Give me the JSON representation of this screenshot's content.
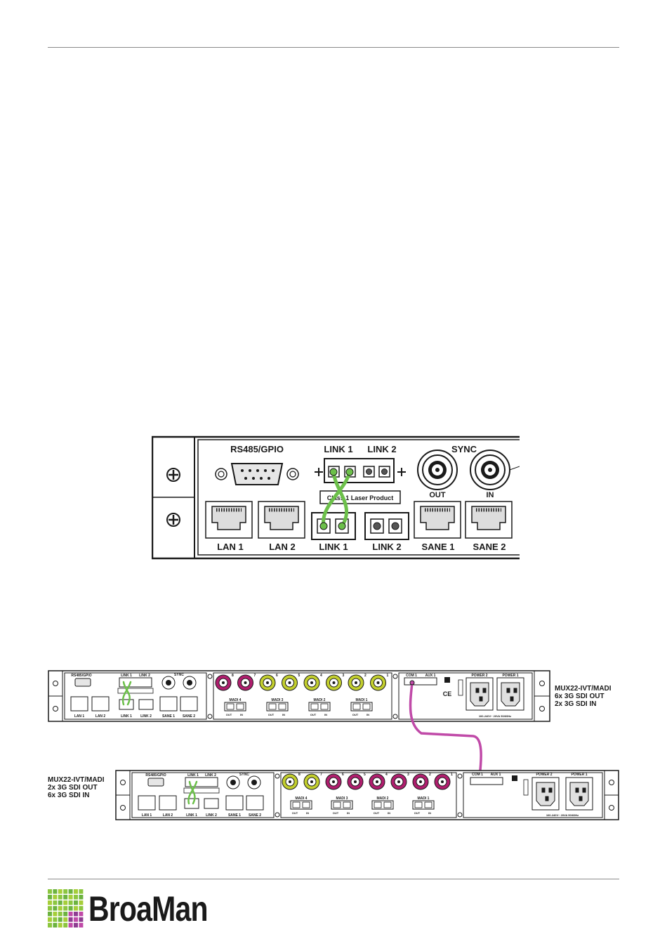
{
  "detail_panel": {
    "rs485": "RS485/GPIO",
    "link1_top": "LINK 1",
    "link2_top": "LINK 2",
    "sync": "SYNC",
    "out": "OUT",
    "in": "IN",
    "laser": "Class 1 Laser Product",
    "lan1": "LAN 1",
    "lan2": "LAN 2",
    "link1_bottom": "LINK 1",
    "link2_bottom": "LINK 2",
    "sane1": "SANE 1",
    "sane2": "SANE 2"
  },
  "unit_a": {
    "model": "MUX22-IVT/MADI",
    "line1": "6x 3G SDI OUT",
    "line2": "2x 3G SDI IN",
    "sdi_numbers": [
      "8",
      "7",
      "6",
      "5",
      "4",
      "3",
      "2",
      "1"
    ],
    "madi": [
      "MADI 4",
      "MADI 3",
      "MADI 2",
      "MADI 1"
    ],
    "com1": "COM 1",
    "aux1": "AUX 1",
    "power2": "POWER 2",
    "power1": "POWER 1",
    "rating": "100-240V~ 20VA 50/60Hz"
  },
  "unit_b": {
    "model": "MUX22-IVT/MADI",
    "line1": "2x 3G SDI OUT",
    "line2": "6x 3G SDI IN"
  },
  "colors": {
    "fiber": "#6cc04a",
    "com_cable": "#c04aa8",
    "sdi_out": "#b01e6e",
    "sdi_in": "#c3cf2e"
  },
  "brand": {
    "name": "BroaMan"
  }
}
